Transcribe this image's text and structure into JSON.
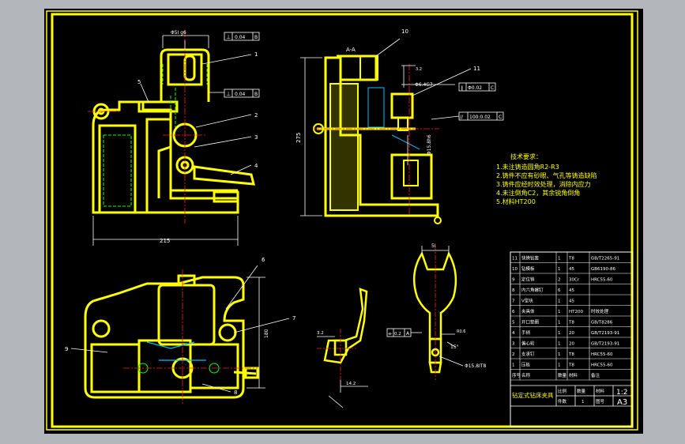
{
  "colors": {
    "background": "#000000",
    "frame": "#ffff00",
    "part": "#ffff00",
    "dimension": "#ffffff",
    "centerline": "#ff2020",
    "hidden": "#00ff00",
    "section": "#00bfff",
    "outer": "#b3b6bb"
  },
  "drawing": {
    "views": {
      "front_dim_width": "215",
      "side_dim_height": "275",
      "side_section_label": "A-A",
      "plan_dim_height": "180",
      "top_dim": "Φ5I g6"
    },
    "tolerance_frames": [
      {
        "symbol": "⊥",
        "value": "0.04",
        "datum": "B"
      },
      {
        "symbol": "⊥",
        "value": "0.04",
        "datum": "B"
      },
      {
        "symbol": "∥",
        "value": "Φ0.02",
        "datum": "C"
      },
      {
        "symbol": "//",
        "value": "100:0.02",
        "datum": "C"
      },
      {
        "symbol": "⌯",
        "value": "0.2",
        "datum": "A"
      }
    ],
    "side_annotations": [
      "Φ6.4G7",
      "Φ15.8h6",
      "3.2"
    ],
    "detail_annotations": {
      "wrench_top": "5I",
      "wrench_hole": "Φ15.8IT8",
      "wrench_angle": "15°",
      "wrench_small": "R0.6",
      "lever_dim_a": "3.2",
      "lever_dim_b": "14.2"
    },
    "callouts": [
      "1",
      "2",
      "3",
      "4",
      "5",
      "6",
      "7",
      "8",
      "9",
      "10",
      "11"
    ],
    "tech_requirements": {
      "title": "技术要求：",
      "items": [
        "1.未注铸造圆角R2-R3",
        "2.铸件不应有砂眼、气孔等铸造缺陷",
        "3.铸件应经时效处理，消除内应力",
        "4.未注倒角C2，其余锐角倒角",
        "5.材料HT200"
      ]
    }
  },
  "parts_list": {
    "rows": [
      {
        "no": "11",
        "name": "快换钻套",
        "qty": "1",
        "material": "T8",
        "note": "GB/T2265-91"
      },
      {
        "no": "10",
        "name": "钻模板",
        "qty": "1",
        "material": "45",
        "note": "GB6190-86"
      },
      {
        "no": "9",
        "name": "定位销",
        "qty": "2",
        "material": "30Cr",
        "note": "HRC55-60"
      },
      {
        "no": "8",
        "name": "内六角螺钉",
        "qty": "6",
        "material": "45",
        "note": ""
      },
      {
        "no": "7",
        "name": "V型块",
        "qty": "1",
        "material": "45",
        "note": ""
      },
      {
        "no": "6",
        "name": "夹具体",
        "qty": "1",
        "material": "HT200",
        "note": "时效处理"
      },
      {
        "no": "5",
        "name": "开口垫圈",
        "qty": "1",
        "material": "T8",
        "note": "GB/T8286"
      },
      {
        "no": "4",
        "name": "手柄",
        "qty": "1",
        "material": "20",
        "note": "GB/T2193-91"
      },
      {
        "no": "3",
        "name": "偏心轮",
        "qty": "1",
        "material": "20",
        "note": "GB/T2193-91"
      },
      {
        "no": "2",
        "name": "支承钉",
        "qty": "1",
        "material": "T8",
        "note": "HRC55-60"
      },
      {
        "no": "1",
        "name": "压板",
        "qty": "1",
        "material": "T8",
        "note": "HRC55-60"
      }
    ],
    "header": {
      "no": "序号",
      "name": "名称",
      "qty": "数量",
      "material": "材料",
      "note": "备注"
    },
    "title": "钻定式钻床夹具",
    "title_block": {
      "h1": "比例",
      "h2": "数量",
      "h3": "材料",
      "scale": "1:2",
      "sheet_size": "A3",
      "r2a": "件数",
      "r2b": "1",
      "r2c": "图号"
    }
  }
}
